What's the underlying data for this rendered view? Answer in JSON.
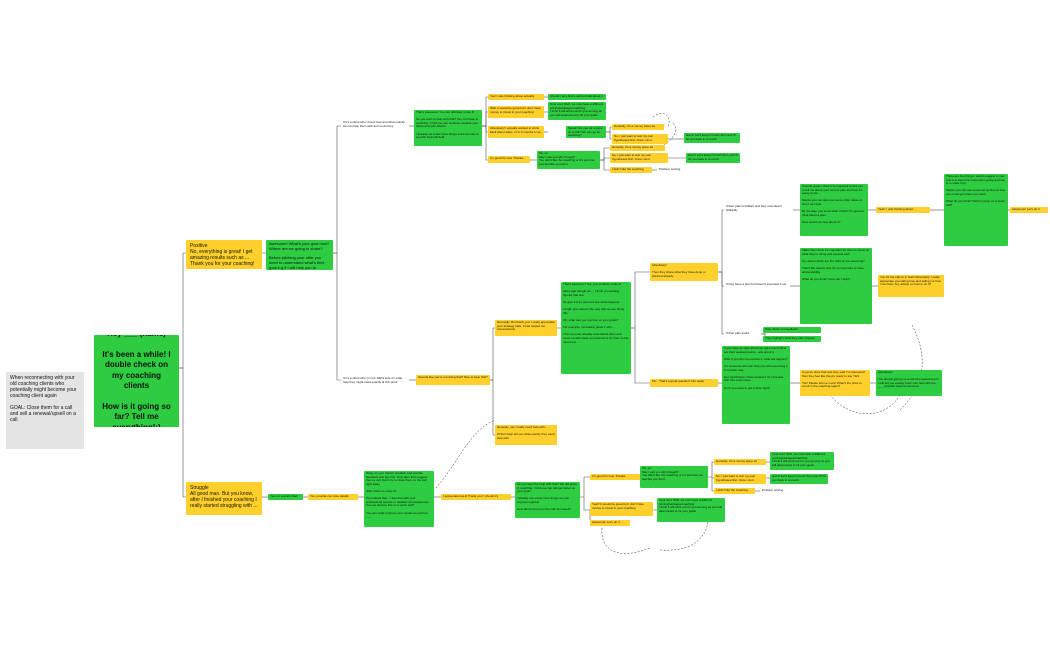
{
  "nodes": {
    "goal": "When reconnecting with your old coaching clients who potentially might become your coaching client again\n\nGOAL: Close them for a call and sell a renewal/upsell on a call",
    "root": "Hey ___ (name)\n\nIt's been a while! I double check on my coaching clients\n\nHow is it going so far? Tell me everything!:)",
    "positive": "Positive\nNo, everything is great! I get amazing results such as ... Thank you for your coaching!",
    "struggle": "Struggle\nAll good man. But you know, after I finished your coaching I really started struggling with ...",
    "pos_reply": "Awesome! What's your goal now? Where are we going to share?\n\nBefore pitching your offer you need to understand what's their goal e.g if I will help you to optimize your plan you need to sound goals for them)",
    "client_know": "If it's a client who I know how and what exactly we can help them with and so do they:",
    "client_not": "If it's a client who I'm not 100% sure on what help they might need exactly at this point:",
    "yes_offer": "That's awesome! You can definitely make it!\n\nSo you want to help with that? Yes, but have to coaching. I think we can continue towards your future and your dream.\n\nI already set a few more things since we can to specific financial field",
    "been_thinking": "Yes! I was thinking about actually",
    "think_pay": "Should I let's find a call and talk about it",
    "well_good": "Well, it would be great but I don't have money to invest in your coaching",
    "cool": "Cool cool. Well, we now have a different pricing/packages/coaching\nI think it will work out for you as long as you will determined to hit your goals",
    "absolutely": "Absolutely! I actually wanted to circle back about sales. or in 3 months or so.",
    "yes_later": "Sweet! Are you ok to jump on a call? We can go for coaching?",
    "money_issue": "Honestly, it's a money issue as",
    "not_sure": "No, I just want to test my own hypotheses first. Once I do it",
    "call_call": "Got it! Let's keep in touch then and I'll hit you back in a month",
    "good_for_now": "I'm good for now. Thanks",
    "ok_so": "Ok, so\nMay I ask you why though?\nYou didn't like the coaching or it's just that you feel like you don't",
    "money_issue2": "Honestly, it's a money issue as",
    "test_hyp": "No, I just want to test my own hypotheses first. Once I do it",
    "keep_touch": "Got it! Let's keep in touch then and I'll hit you back in a month",
    "didnt_like": "I didn't like the coaching",
    "problem_solving": "Problem solving",
    "sounds_doing": "Sounds like you're not doing that? Nice to hear that?",
    "not_really": "Not really. But thank you! I really appreciate your strategy calls. It has helped me tremendously",
    "honestly_feels": "Honestly, yes I really need help with...\n\nI'll then help tell you what exactly they need help with",
    "awesome_sure": "That's awesome! Yes, you certainly make it!\n\nMany ago though we ... I think you already figured that one\n\nSo give it a try and let's see what happens.\n\nI might give about it the way that we are doing this\n\nOh, what can you improve on your goals?\n\nFor example, increasing goals 1 with... \n\nThen you can actually understand them and come up with ideas and directions for them to the next level.",
    "absolutely2": "Absolutely!\n\nThen they share what they have done or planned already",
    "ok_great": "Ok... That's a great question! Not really",
    "if_brilliant": "If their plan is brilliant and they executed it brilliantly",
    "if_plan": "If they have a plan but haven't executed it yet",
    "if_nothing": "If their plan sucks",
    "nice_work": "Nice, that's not feedback",
    "they_highlight": "They highlight what they plan instead",
    "sounds_great": "Sounds great, I think it is important to Ask you to tell me about your current plan and how it's going so far...\n\nMaybe you can also use some other ideas of how I can help\n\nBy the way, you know what I think? It's good to think about a plan.\n\nHow would you feel about it?",
    "hey_pick": "Yeah, I was thinking about...",
    "there_are_two": "There are two things I would suggest to you: one is to keep the momentum going and two is to scale it up\n\nMaybe you can use a second opinion of how you could get where you want\n\nWhat do you think? Want to jump on a quick call?",
    "awesome_lets": "Awesome! Let's do it",
    "make_they": "Make them think it's important for them to focus on what they're doing and execute well\n\nSo, what exactly are the risks of not executing?\n\nThat's the reason why it's so important to have accountability\n\nWhat do you think? How can I help?",
    "you_for_call": "You for the call on a Yeah! Absolutely! I really appreciate you taking time and telling me how I can help. Any advice on how to do it?",
    "if_you_have": "If you have an idea what their plan is and what are their weakest points - ask about it\n\nWell, if you did not execute it, what will happen?\n\nI'm someone who can help you with executing it in a better way\n\nAs I said before I have helped a lot of people with this exact issue\n\nDon't you want to get it done right?",
    "they_agree": "If you've done that and they said 'I'm interested' then they feel like they're ready to say YES\n\nYou! Please tell me more! What's the price to enroll in the coaching again?",
    "absolutely3": "Absolutely!\n\nYou almost giving me a call this weekend and I will tell you exactly how I can help with the ___ (specific desired outcome)",
    "yes_for_quick": "Yes, for a quick chat!",
    "yes_provide": "Yes, provide me more details",
    "struggle_reply": "Okay, so your clients' situation and provide feedback and tips first. Only after that suggest them a call. Don't try to close them on the call right away\n\nWell, that's so crazy fix\n\nI've noticed that... I feel that with your professional service or detailed inconsistencies. Can we discuss this on a quick call?\n\nYou can really improve your results as well but ___",
    "ill_appreciate": "I appreciate low-ili Thank you! I should try",
    "no_good": "I'm good for now. Thanks",
    "ok_so_struggle": "Ok, so\nMay I ask you why though?\nYou didn't like the coaching or it's just that you feel like you don't",
    "money_issue3": "Honestly, it's a money issue as",
    "cool2": "Cool cool. Well, we now have a different pricing/packages/coaching\nI think it will work out for you as long as you will determined to hit your goals",
    "test_hyp2": "No, I just want to test my own hypotheses first. Once I do it",
    "keep_touch2": "Got it! Let's keep in touch then and I'll hit you back in a month",
    "didnt_like2": "I didn't like the coaching",
    "problem_solving2": "Problem solving",
    "discussed": "Do you want the help with that? We did great in coaching. I think we can still get better on your goals\n\nI already see a few more things we can improve together\n\nHow about to hop on the call next week?",
    "yeah_great": "Yeah! It would be great but I don't have money to invest in your coaching",
    "cool3": "Cool cool. Well, we now have a different pricing/packages/coaching\nI think it will work out for you as long as you will determined to hit your goals",
    "awesome_lets2": "Awesome! Let's do it"
  }
}
